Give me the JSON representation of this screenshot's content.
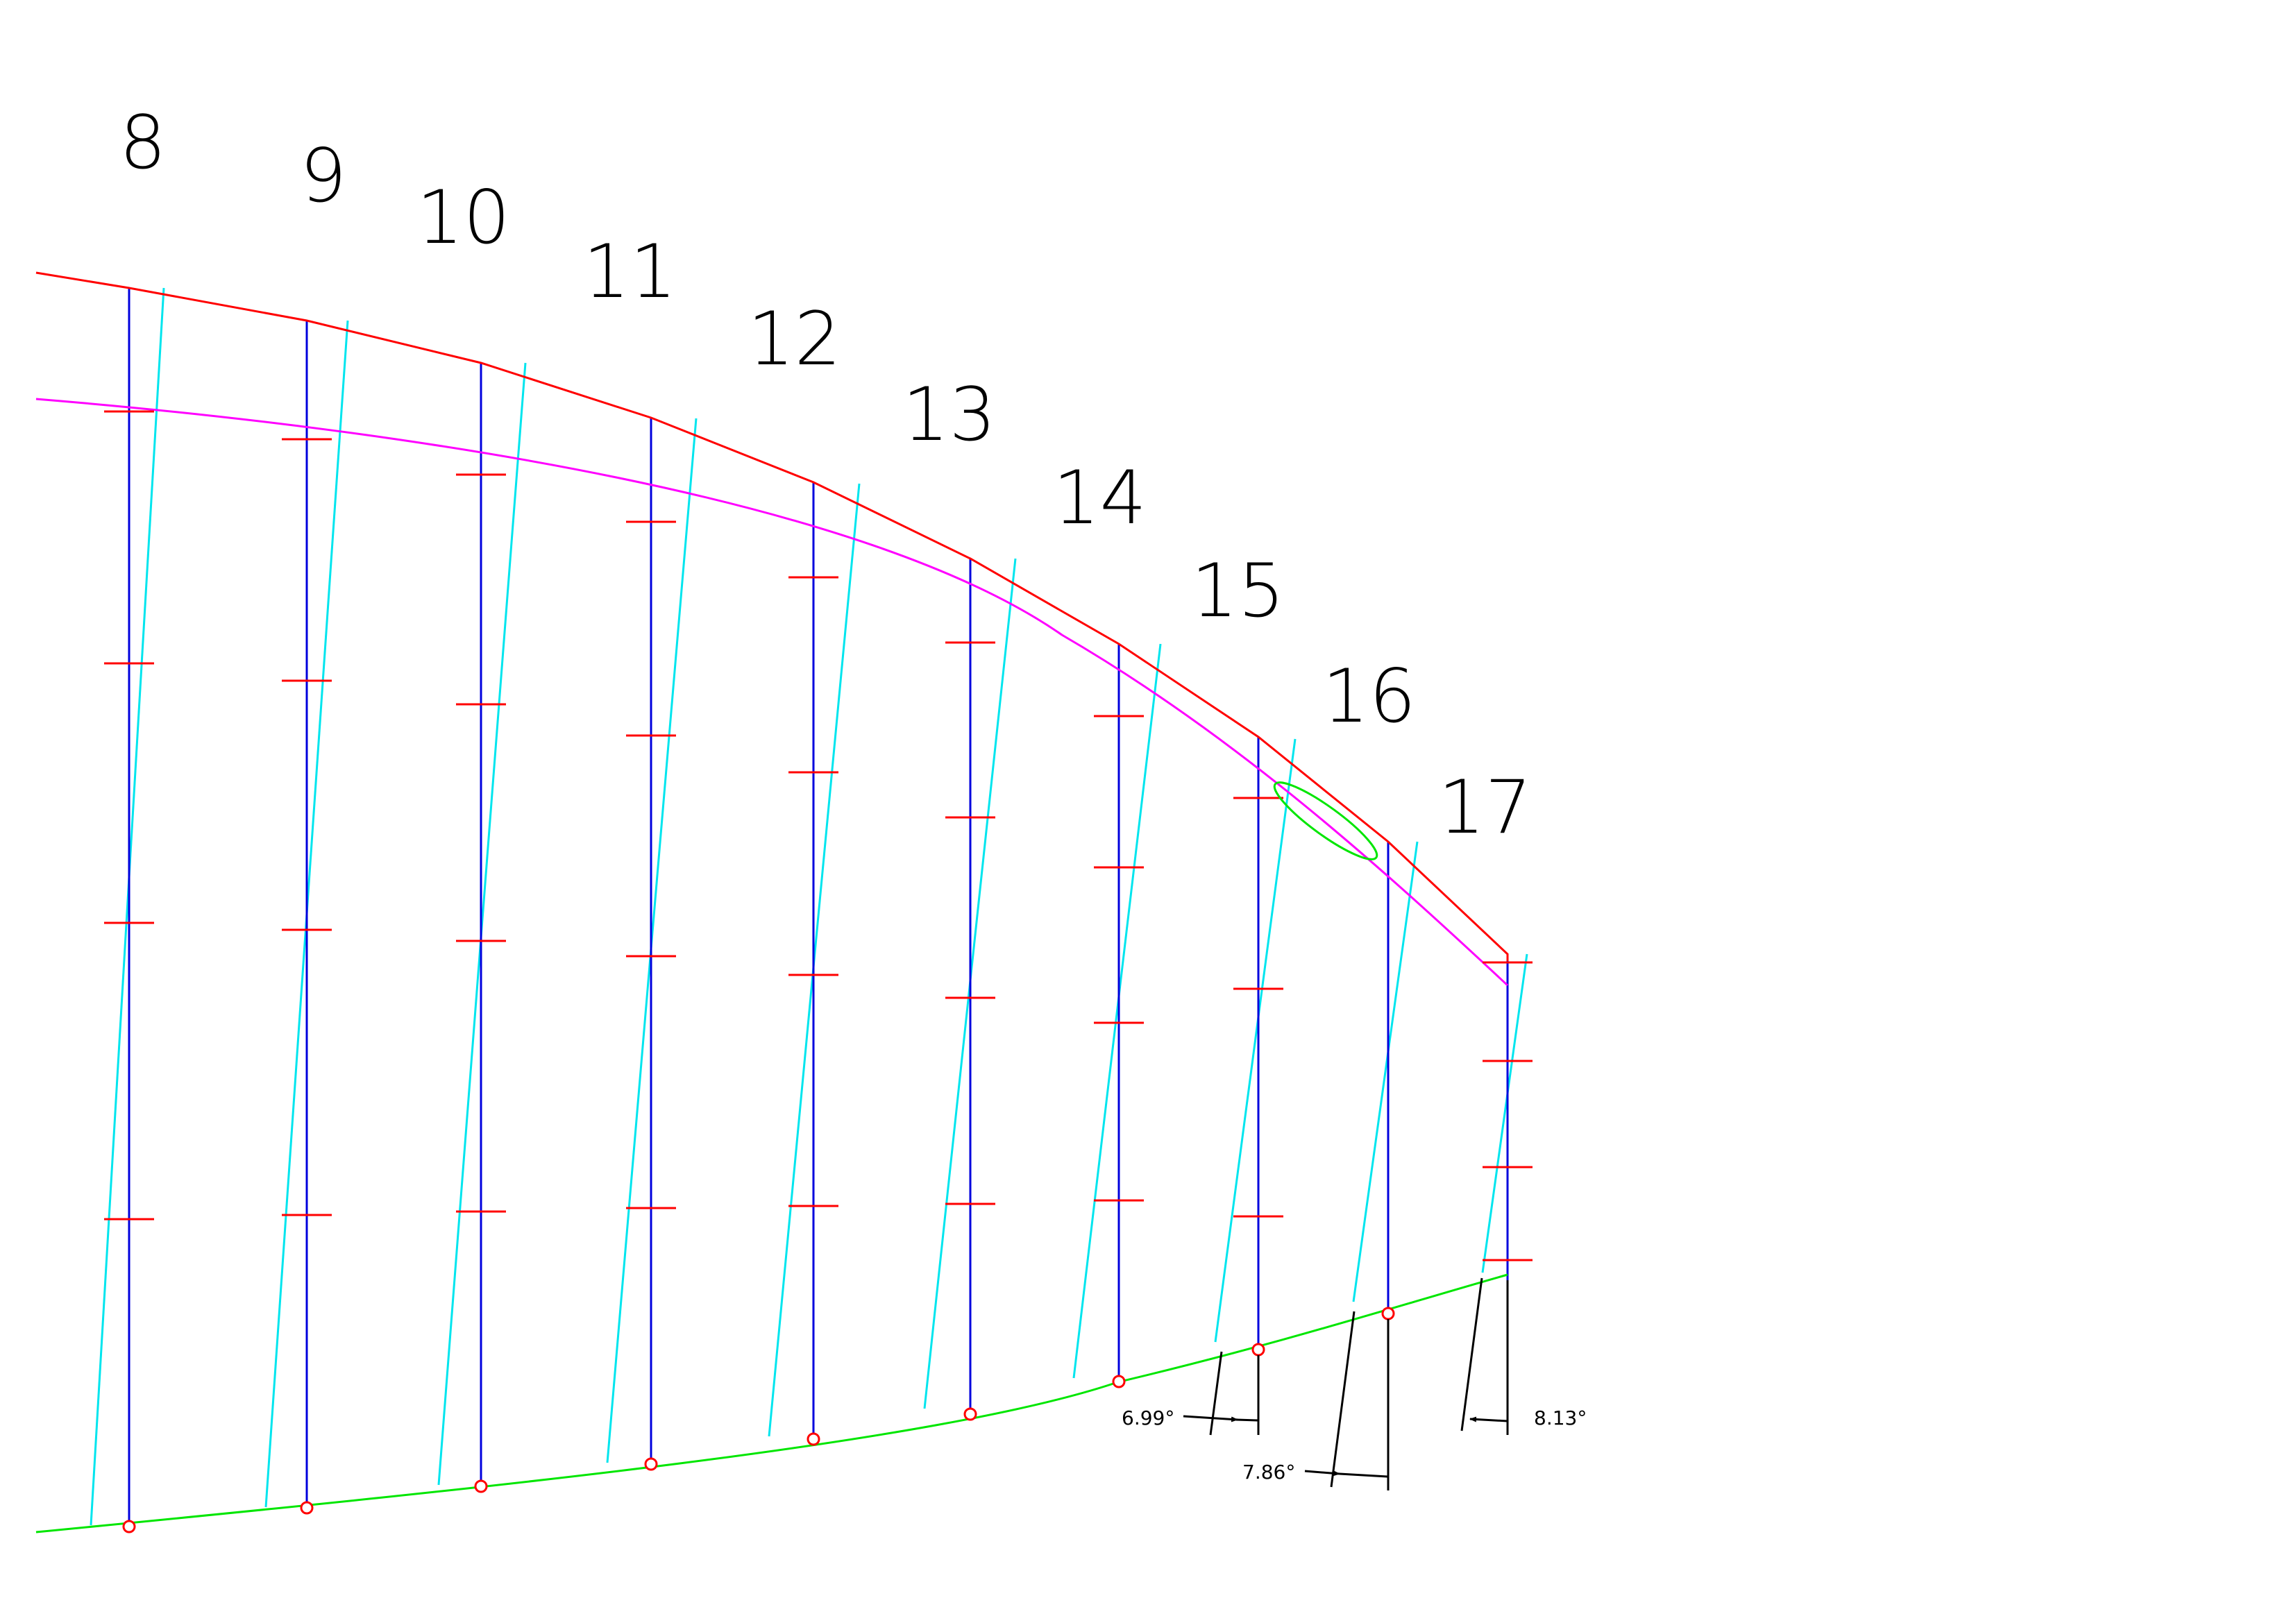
{
  "colors": {
    "background": "#ffffff",
    "sheer_line": "#ff0000",
    "reference_line": "#ff00ff",
    "keel_line": "#00e600",
    "station_line": "#0000dd",
    "cant_line": "#00e5ee",
    "tick_mark": "#ff0000",
    "node_marker": "#ff0000",
    "highlight_ellipse": "#00e600",
    "text": "#000000"
  },
  "stations": [
    {
      "label": "8"
    },
    {
      "label": "9"
    },
    {
      "label": "10"
    },
    {
      "label": "11"
    },
    {
      "label": "12"
    },
    {
      "label": "13"
    },
    {
      "label": "14"
    },
    {
      "label": "15"
    },
    {
      "label": "16"
    },
    {
      "label": "17"
    }
  ],
  "angle_annotations": [
    {
      "label": "6.99°"
    },
    {
      "label": "7.86°"
    },
    {
      "label": "8.13°"
    }
  ]
}
